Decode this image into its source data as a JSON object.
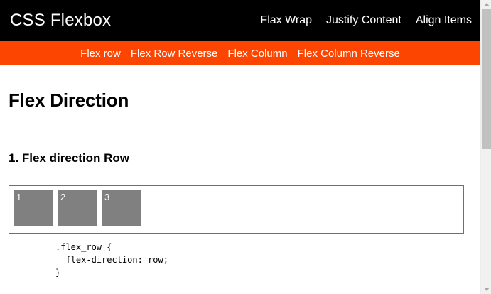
{
  "header": {
    "brand": "CSS Flexbox",
    "nav": [
      {
        "label": "Flax Wrap"
      },
      {
        "label": "Justify Content"
      },
      {
        "label": "Align Items"
      }
    ],
    "bg_color": "#000000",
    "text_color": "#ffffff"
  },
  "subnav": {
    "bg_color": "#fb4500",
    "text_color": "#ffffff",
    "items": [
      {
        "label": "Flex row"
      },
      {
        "label": "Flex Row Reverse"
      },
      {
        "label": "Flex Column"
      },
      {
        "label": "Flex Column Reverse"
      }
    ]
  },
  "main": {
    "page_title": "Flex Direction",
    "section_title": "1. Flex direction Row",
    "demo": {
      "container_border_color": "#6f6f6f",
      "item_color": "#808080",
      "item_label_color": "#ffffff",
      "items": [
        {
          "label": "1"
        },
        {
          "label": "2"
        },
        {
          "label": "3"
        }
      ]
    },
    "code": ".flex_row {\n  flex-direction: row;\n}"
  },
  "scrollbar": {
    "track_color": "#f1f1f1",
    "thumb_color": "#c1c1c1",
    "up_arrow_icon": "chevron-up-icon",
    "down_arrow_icon": "chevron-down-icon"
  }
}
